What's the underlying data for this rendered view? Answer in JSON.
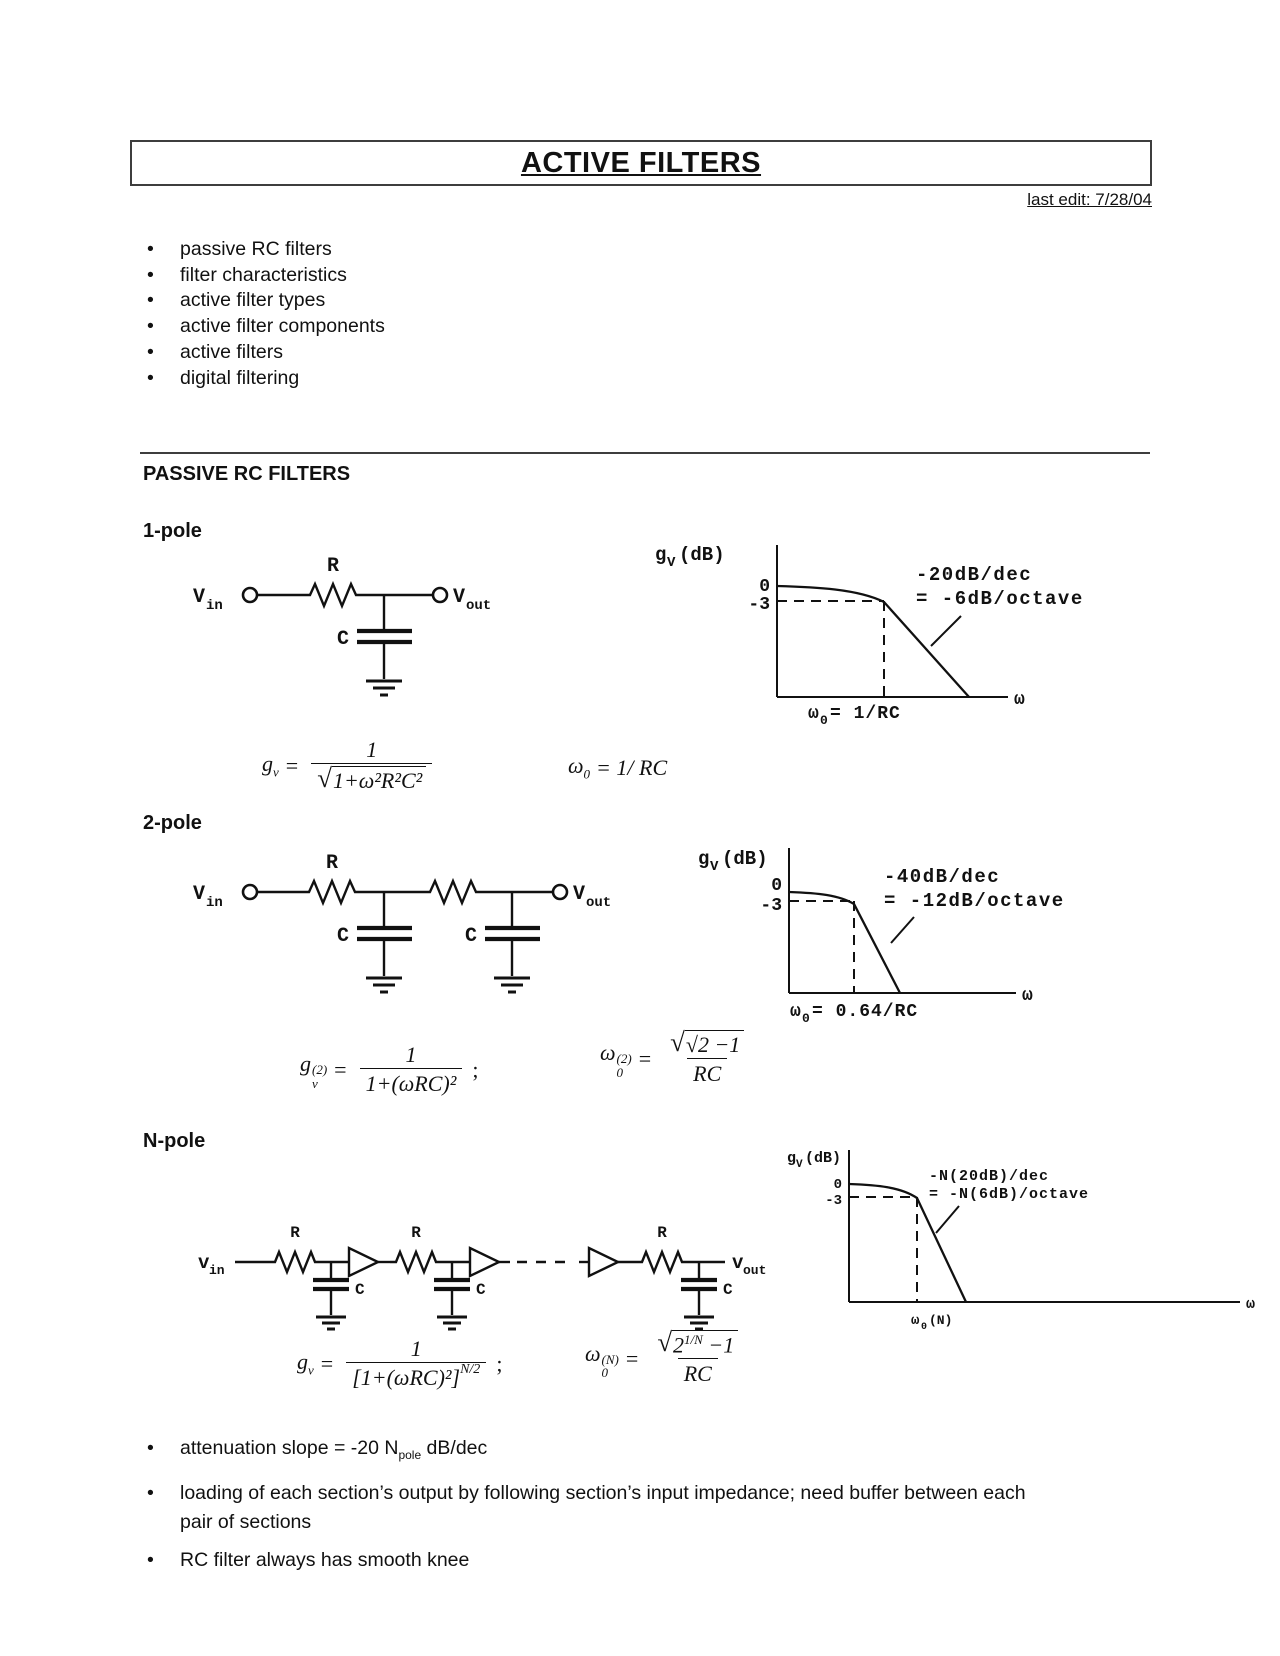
{
  "header": {
    "title": "ACTIVE FILTERS",
    "last_edit": "last edit: 7/28/04"
  },
  "toc": {
    "bullet": "•",
    "items": [
      "passive RC filters",
      "filter characteristics",
      "active filter types",
      "active filter components",
      "active filters",
      "digital filtering"
    ]
  },
  "section": {
    "heading": "PASSIVE RC FILTERS"
  },
  "one_pole": {
    "heading": "1-pole",
    "circuit": {
      "vin": "V",
      "vin_sub": "in",
      "r": "R",
      "c": "C",
      "vout": "V",
      "vout_sub": "out"
    },
    "plot": {
      "ylabel_g": "g",
      "ylabel_sub": "V",
      "ylabel_unit": "(dB)",
      "tick_zero": "0",
      "tick_minus3": "-3",
      "slope1": "-20dB/dec",
      "slope2": "= -6dB/octave",
      "cut_omega": "ω",
      "cut_sub": "0",
      "cut_value": "= 1/RC",
      "xlabel": "ω"
    },
    "eq_gain": {
      "lhs": "g",
      "lhs_sub": "v",
      "rel": "=",
      "num": "1",
      "radicand": "1+ω²R²C²"
    },
    "eq_cutoff": {
      "lhs": "ω",
      "lhs_sub": "0",
      "rhs": "= 1/ RC"
    }
  },
  "two_pole": {
    "heading": "2-pole",
    "circuit": {
      "vin": "V",
      "vin_sub": "in",
      "r": "R",
      "c": "C",
      "vout": "V",
      "vout_sub": "out"
    },
    "plot": {
      "ylabel_g": "g",
      "ylabel_sub": "V",
      "ylabel_unit": "(dB)",
      "tick_zero": "0",
      "tick_minus3": "-3",
      "slope1": "-40dB/dec",
      "slope2": "= -12dB/octave",
      "cut_omega": "ω",
      "cut_sub": "0",
      "cut_value": "= 0.64/RC",
      "xlabel": "ω"
    },
    "eq_gain": {
      "lhs": "g",
      "lhs_sup": "(2)",
      "lhs_sub": "v",
      "rel": "=",
      "num": "1",
      "den": "1+(ωRC)²",
      "punct": ";"
    },
    "eq_cutoff": {
      "lhs": "ω",
      "lhs_sup": "(2)",
      "lhs_sub": "0",
      "rel": "=",
      "radicand": "√2 −1",
      "den": "RC"
    }
  },
  "n_pole": {
    "heading": "N-pole",
    "circuit": {
      "vin": "v",
      "vin_sub": "in",
      "r": "R",
      "c": "C",
      "vout": "v",
      "vout_sub": "out"
    },
    "plot": {
      "ylabel_g": "g",
      "ylabel_sub": "V",
      "ylabel_unit": "(dB)",
      "tick_zero": "0",
      "tick_minus3": "-3",
      "slope1": "-N(20dB)/dec",
      "slope2": "= -N(6dB)/octave",
      "cut_omega": "ω",
      "cut_sub": "0",
      "cut_paren": "(N)",
      "xlabel": "ω"
    },
    "eq_gain": {
      "lhs": "g",
      "lhs_sub": "v",
      "rel": "=",
      "num": "1",
      "den_body": "[1+(ωRC)²]",
      "den_exp": "N/2",
      "punct": ";"
    },
    "eq_cutoff": {
      "lhs": "ω",
      "lhs_sup": "(N)",
      "lhs_sub": "0",
      "rel": "=",
      "rad_base": "2",
      "rad_exp": "1/N",
      "rad_tail": " −1",
      "den": "RC"
    }
  },
  "notes": {
    "bullet": "•",
    "b1_pre": "attenuation slope = -20 N",
    "b1_sub": "pole",
    "b1_post": " dB/dec",
    "b2_line1": "loading of each section’s output by following section’s input impedance; need buffer between each",
    "b2_line2": "pair of sections",
    "b3": "RC filter always has smooth knee"
  }
}
